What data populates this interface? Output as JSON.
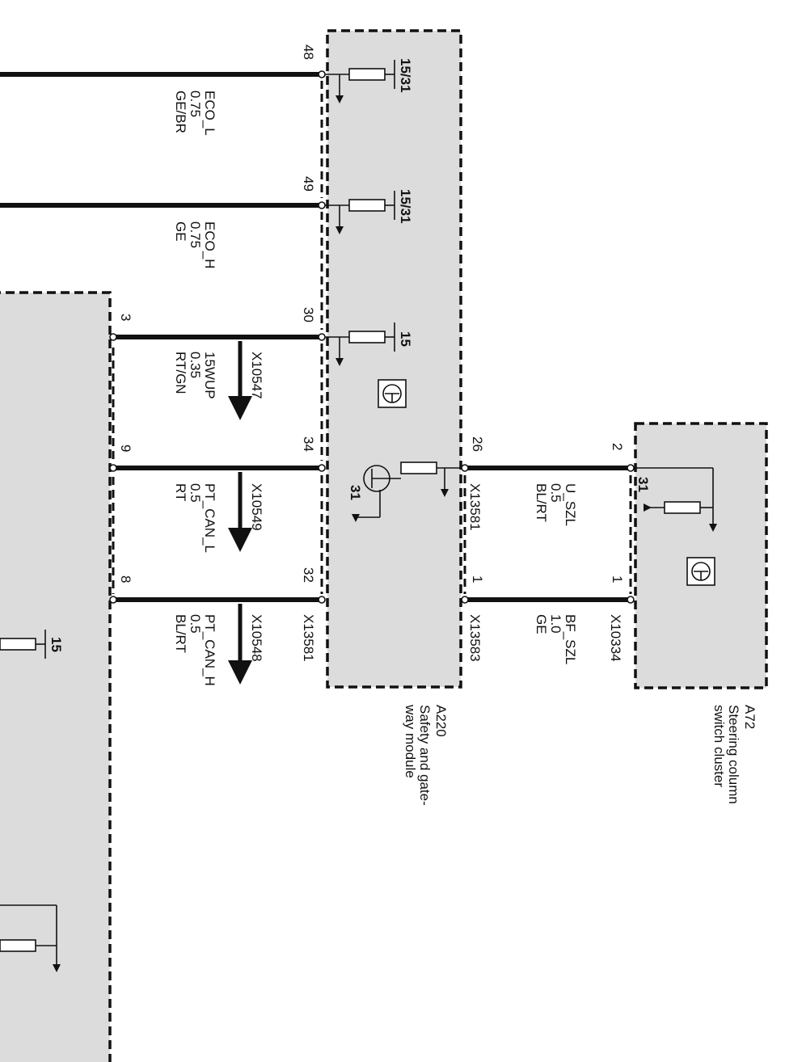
{
  "modules": {
    "a220": {
      "id": "A220",
      "name_line1": "Safety and gate-",
      "name_line2": "way module"
    },
    "a72": {
      "id": "A72",
      "name_line1": "Steering column",
      "name_line2": "switch cluster"
    }
  },
  "wires": {
    "eco_l": {
      "pin": "48",
      "signal": "ECO_L",
      "gauge": "0.75",
      "color": "GE/BR",
      "term": "15/31"
    },
    "eco_h": {
      "pin": "49",
      "signal": "ECO_H",
      "gauge": "0.75",
      "color": "GE",
      "term": "15/31"
    },
    "wup": {
      "pin_left": "3",
      "pin_right": "30",
      "signal": "15WUP",
      "gauge": "0.35",
      "color": "RT/GN",
      "connector": "X10547",
      "term": "15"
    },
    "pt_can_l": {
      "pin_left": "9",
      "pin_right": "34",
      "signal": "PT_CAN_L",
      "gauge": "0.5",
      "color": "RT",
      "connector": "X10549"
    },
    "pt_can_h": {
      "pin_left": "8",
      "pin_right": "32",
      "signal": "PT_CAN_H",
      "gauge": "0.5",
      "color": "BL/RT",
      "connector": "X10548",
      "connector2": "X13581"
    },
    "u_szl": {
      "pin_left": "26",
      "pin_right": "2",
      "signal": "U_SZL",
      "gauge": "0.5",
      "color": "BL/RT",
      "connector": "X13581",
      "ground": "31"
    },
    "bf_szl": {
      "pin_left": "1",
      "pin_right": "1",
      "signal": "BF_SZL",
      "gauge": "1.0",
      "color": "GE",
      "connector": "X13583",
      "connector2": "X10334"
    }
  },
  "misc": {
    "transistor_ground": "31",
    "left_module_term": "15"
  }
}
